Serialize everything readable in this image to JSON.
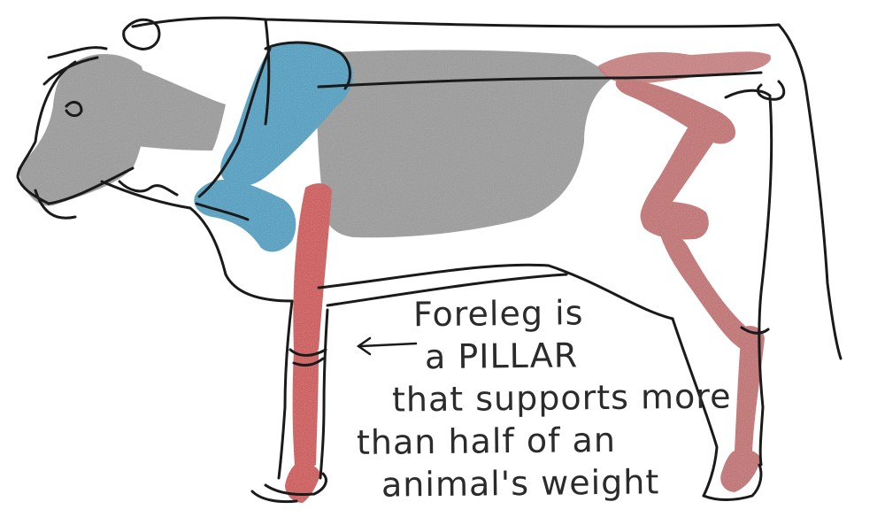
{
  "annotation": {
    "lines": [
      "Foreleg is",
      "a PILLAR",
      "that supports more",
      "than half of an",
      "animal's weight"
    ]
  },
  "colors": {
    "outline": "#1a1a1a",
    "body_mass": "#9a9a9a",
    "shoulder_blade": "#3a9fc4",
    "leg_bones": "#d24a4a",
    "hind_leg": "#c46a6a"
  }
}
